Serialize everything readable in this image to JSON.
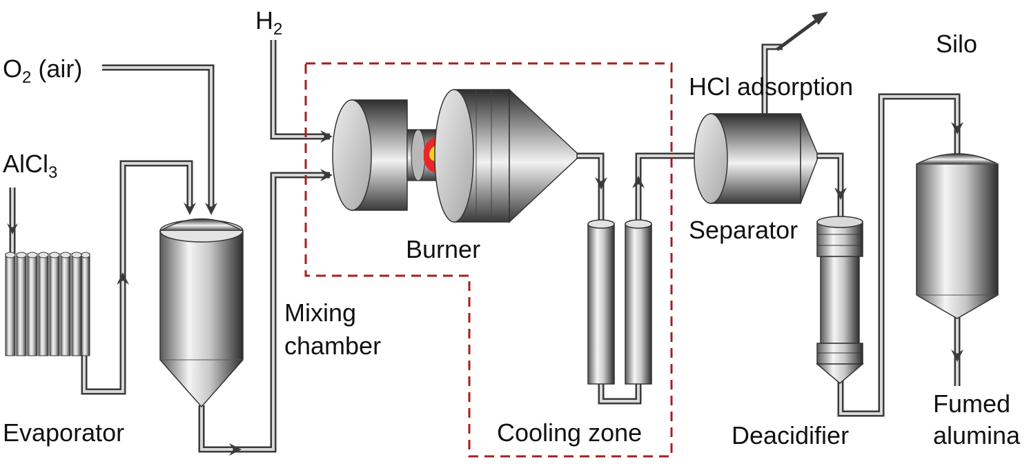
{
  "labels": {
    "hydrogen": "H",
    "hydrogen_sub": "2",
    "oxygen": "O",
    "oxygen_sub": "2",
    "oxygen_note": " (air)",
    "alcl3": "AlCl",
    "alcl3_sub": "3",
    "evaporator": "Evaporator",
    "mixing_line1": "Mixing",
    "mixing_line2": "chamber",
    "burner": "Burner",
    "cooling_zone": "Cooling zone",
    "hcl_adsorption": "HCl adsorption",
    "separator": "Separator",
    "deacidifier": "Deacidifier",
    "silo": "Silo",
    "fumed_line1": "Fumed",
    "fumed_line2": "alumina"
  },
  "colors": {
    "dashed_region": "#a51d1d",
    "pipe": "#3a3a3a",
    "flame_outer": "#e8262a",
    "flame_inner": "#f7d11e"
  }
}
